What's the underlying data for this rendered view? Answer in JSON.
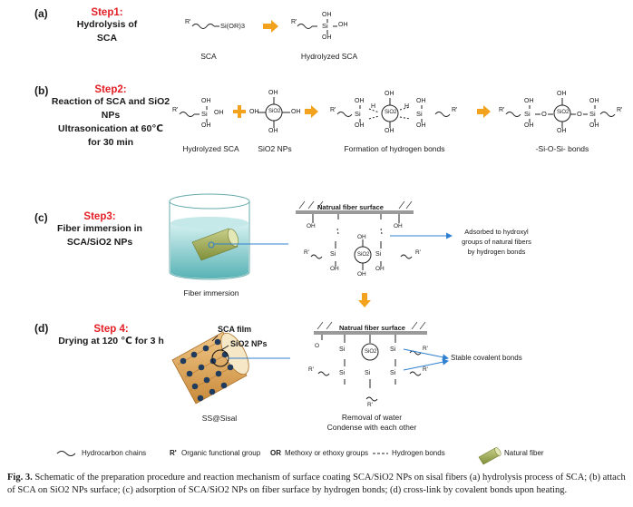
{
  "panels": {
    "a": {
      "label": "(a)",
      "step_title": "Step1:",
      "step_desc": [
        "Hydrolysis of SCA"
      ],
      "captions": [
        "SCA",
        "Hydrolyzed SCA"
      ],
      "chem": {
        "sca_formula": "Si(OR)3",
        "oh": "OH",
        "si": "Si",
        "r": "R'"
      }
    },
    "b": {
      "label": "(b)",
      "step_title": "Step2:",
      "step_desc": [
        "Reaction of SCA and SiO2 NPs",
        "Ultrasonication at 60℃",
        "for 30 min"
      ],
      "captions": [
        "Hydrolyzed SCA",
        "SiO2 NPs",
        "Formation of hydrogen bonds",
        "-Si-O-Si- bonds"
      ],
      "chem": {
        "sio2": "SiO2",
        "o": "O",
        "h": "H"
      }
    },
    "c": {
      "label": "(c)",
      "step_title": "Step3:",
      "step_desc": [
        "Fiber immersion in",
        "SCA/SiO2 NPs"
      ],
      "captions": [
        "Fiber immersion"
      ],
      "surface_label": "Natrual fiber surface",
      "annotation": [
        "Adsorbed to hydroxyl",
        "groups of natural fibers",
        "by hydrogen bonds"
      ]
    },
    "d": {
      "label": "(d)",
      "step_title": "Step 4:",
      "step_desc": [
        "Drying at 120 ℃ for 3 h"
      ],
      "captions": [
        "SS@Sisal",
        "Removal of water",
        "Condense with each other"
      ],
      "fiber_labels": [
        "SCA film",
        "SiO2 NPs"
      ],
      "surface_label": "Natrual fiber surface",
      "annotation": "Stable covalent bonds"
    }
  },
  "legend": [
    {
      "symbol": "wavy-line",
      "text": "Hydrocarbon chains"
    },
    {
      "symbol": "R'",
      "text": "Organic functional group"
    },
    {
      "symbol": "OR",
      "text": "Methoxy or ethoxy groups"
    },
    {
      "symbol": "dashed-line",
      "text": "Hydrogen bonds"
    },
    {
      "symbol": "fiber",
      "text": "Natural fiber"
    }
  ],
  "figure_caption": {
    "label": "Fig. 3.",
    "text": "Schematic of the preparation procedure and reaction mechanism of surface coating SCA/SiO2 NPs on sisal fibers (a) hydrolysis process of SCA; (b) attach of SCA on SiO2 NPs surface; (c) adsorption of SCA/SiO2 NPs on fiber surface by hydrogen bonds; (d) cross-link by covalent bonds upon heating."
  },
  "colors": {
    "step_red": "#e31e24",
    "arrow_orange": "#f2a21c",
    "plus_orange": "#f2a21c",
    "beaker_teal": "#3aa5a8",
    "nano_navy": "#1f3b5e",
    "fiber_tan": "#d9a25a",
    "fiber_green": "#9aa84a",
    "surface_gray": "#9a9a9a",
    "annotation_blue": "#2f7fd0"
  }
}
